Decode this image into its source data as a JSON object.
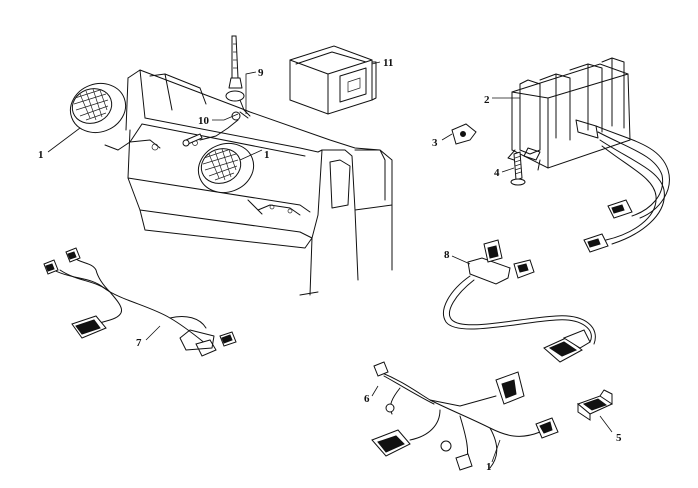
{
  "callouts": {
    "c1a": "1",
    "c1b": "1",
    "c1c": "1",
    "c2": "2",
    "c3": "3",
    "c4": "4",
    "c5": "5",
    "c6": "6",
    "c7": "7",
    "c8": "8",
    "c9": "9",
    "c10": "10",
    "c11": "11"
  }
}
